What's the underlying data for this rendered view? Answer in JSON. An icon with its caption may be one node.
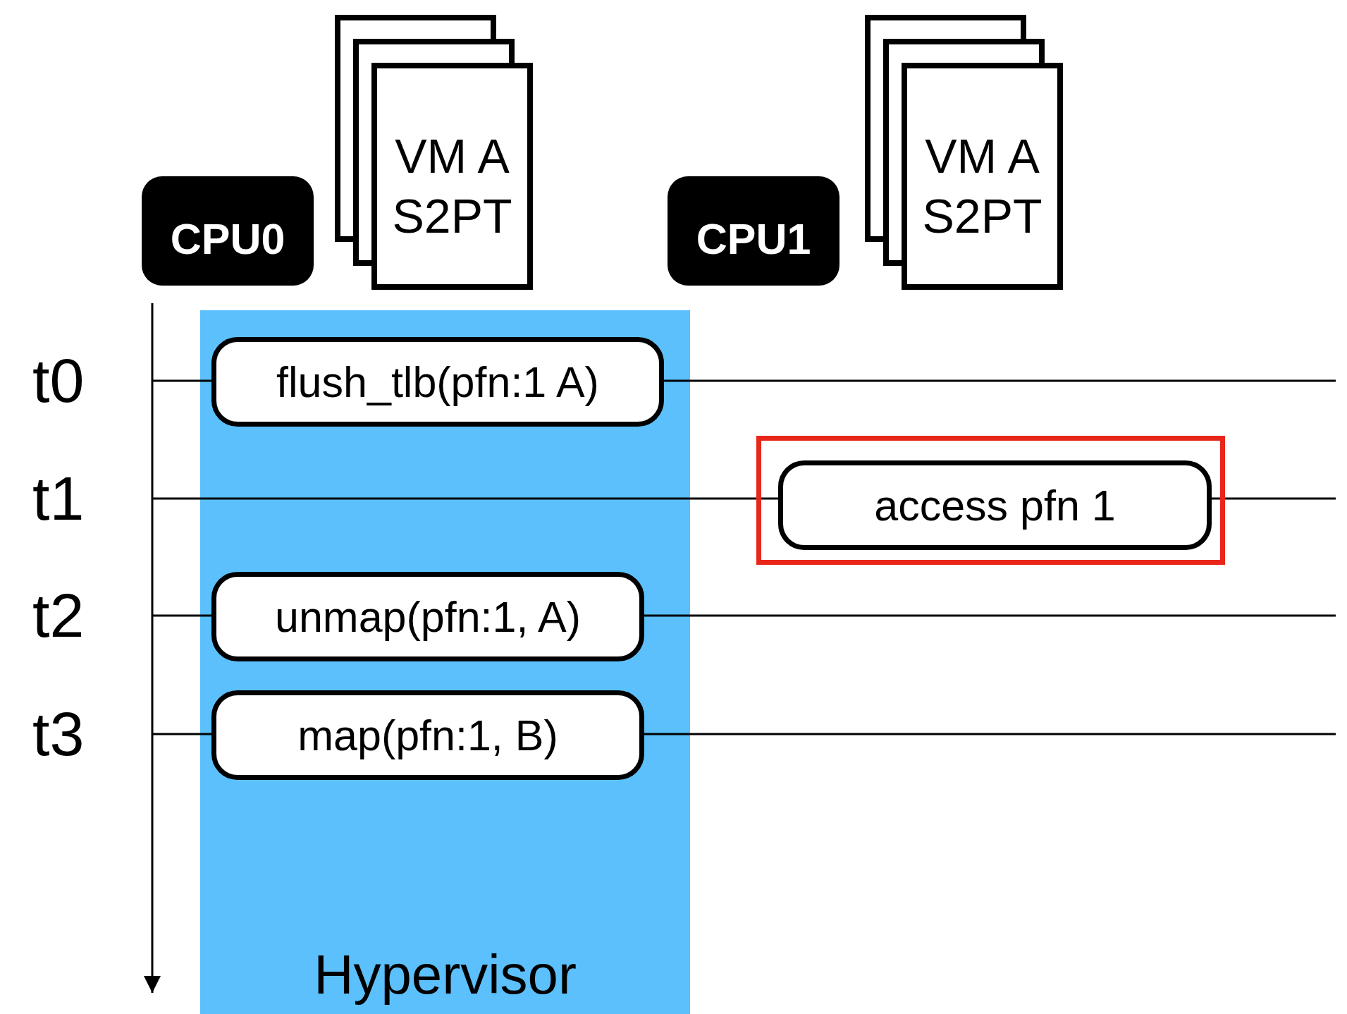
{
  "diagram": {
    "nodes": [
      {
        "text": [
          "CPU0"
        ]
      },
      {
        "text": [
          "VM A S2PT"
        ]
      },
      {
        "text": [
          "CPU1"
        ]
      },
      {
        "text": [
          "VM A S2PT"
        ]
      },
      {
        "text": [
          "Hypervisor"
        ]
      },
      {
        "text": [
          "flush_tlb(pfn:1 A)"
        ],
        "in": 4
      },
      {
        "text": [],
        "shape": "box"
      },
      {
        "text": [
          "access pfn 1"
        ],
        "in": 6
      },
      {
        "text": [
          "unmap(pfn:1, A)"
        ],
        "in": 4
      },
      {
        "text": [
          "map(pfn:1, B)"
        ],
        "in": 4
      }
    ],
    "labels": [
      "t0",
      "t1",
      "t2",
      "t3"
    ]
  }
}
